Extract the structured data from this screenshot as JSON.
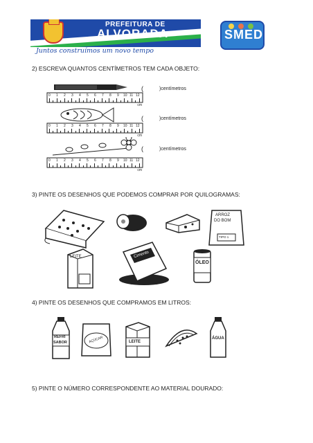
{
  "header": {
    "banner_line1": "PREFEITURA DE",
    "banner_line2": "ALVORADA",
    "motto": "Juntos construímos um novo tempo",
    "logo_right": "SMED"
  },
  "q2": {
    "title": "2)  ESCREVA QUANTOS CENTÍMETROS TEM CADA OBJETO:",
    "answer_label": ")centímetros",
    "open_paren": "(",
    "ruler_numbers": [
      "0",
      "1",
      "2",
      "3",
      "4",
      "5",
      "6",
      "7",
      "8",
      "9",
      "10",
      "11",
      "12"
    ],
    "ruler_unit": "cm"
  },
  "q3": {
    "title": "3)  PINTE OS DESENHOS QUE PODEMOS COMPRAR POR QUILOGRAMAS:",
    "rice_label_1": "ARROZ",
    "rice_label_2": "DO BOM",
    "rice_tipo": "TIPO 1",
    "milk_label": "LEITE",
    "cement_label": "Cimento",
    "oil_label": "ÓLEO"
  },
  "q4": {
    "title": "4)  PINTE OS DESENHOS QUE COMPRAMOS EM LITROS:",
    "soda_label_1": "REFRI",
    "soda_label_2": "SABOR",
    "sugar_label": "AÇÚCAR",
    "milk_label": "LEITE",
    "water_label": "ÁGUA"
  },
  "q5": {
    "title": "5)  PINTE O NÚMERO CORRESPONDENTE AO MATERIAL DOURADO:"
  }
}
